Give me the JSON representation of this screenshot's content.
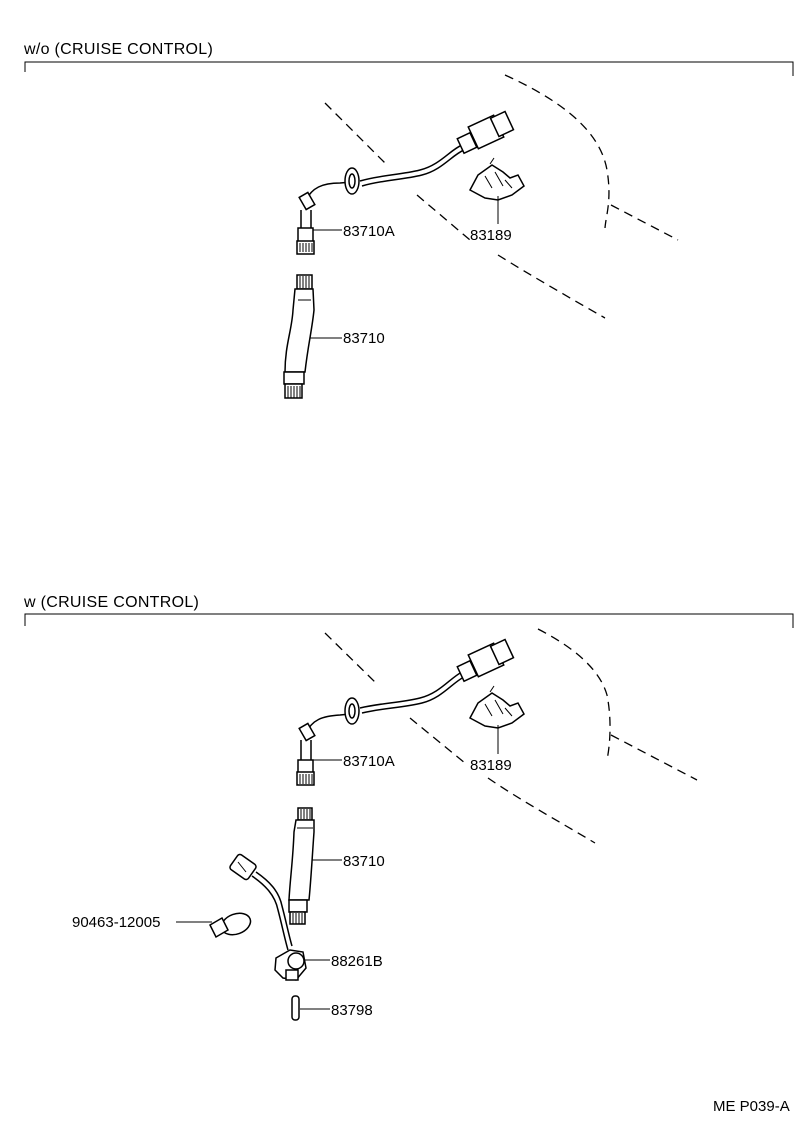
{
  "sections": [
    {
      "header": "w/o (CRUISE  CONTROL)",
      "labels": {
        "p83710A": "83710A",
        "p83189": "83189",
        "p83710": "83710"
      }
    },
    {
      "header": "w (CRUISE  CONTROL)",
      "labels": {
        "p83710A": "83710A",
        "p83189": "83189",
        "p83710": "83710",
        "p90463": "90463-12005",
        "p88261B": "88261B",
        "p83798": "83798"
      }
    }
  ],
  "footer_code": "ME P039-A"
}
